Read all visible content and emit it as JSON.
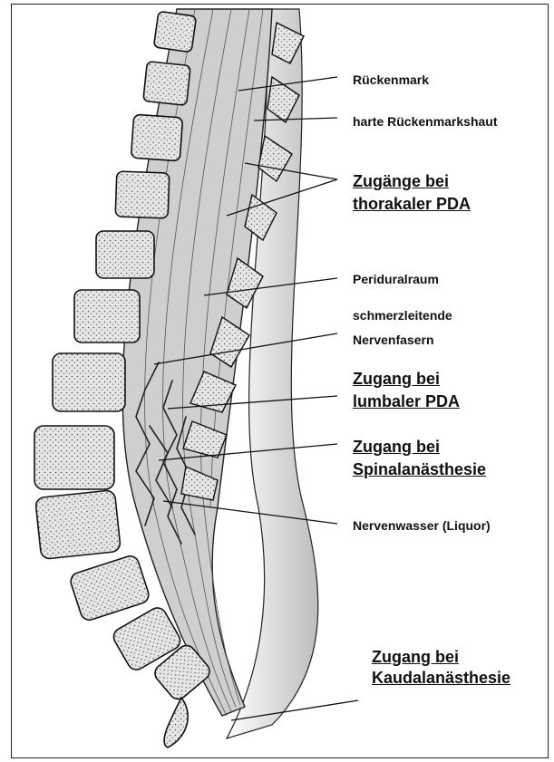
{
  "labels": {
    "rueckenmark": "Rückenmark",
    "harte_rueckenmarkshaut": "harte Rückenmarkshaut",
    "zugaenge_thorakal_1": "Zugänge bei",
    "zugaenge_thorakal_2": "thorakaler PDA",
    "periduralraum": "Periduralraum",
    "nervenfasern_1": "schmerzleitende",
    "nervenfasern_2": "Nervenfasern",
    "lumbal_1": "Zugang bei",
    "lumbal_2": "lumbaler PDA",
    "spinal_1": "Zugang bei",
    "spinal_2": "Spinalanästhesie",
    "liquor": "Nervenwasser (Liquor)",
    "kaudal_1": "Zugang bei",
    "kaudal_2": "Kaudalanästhesie"
  },
  "colors": {
    "ink": "#111111",
    "bone": "#d8d8d8",
    "cord": "#bdbdbd",
    "skin": "#e8e8e8"
  }
}
